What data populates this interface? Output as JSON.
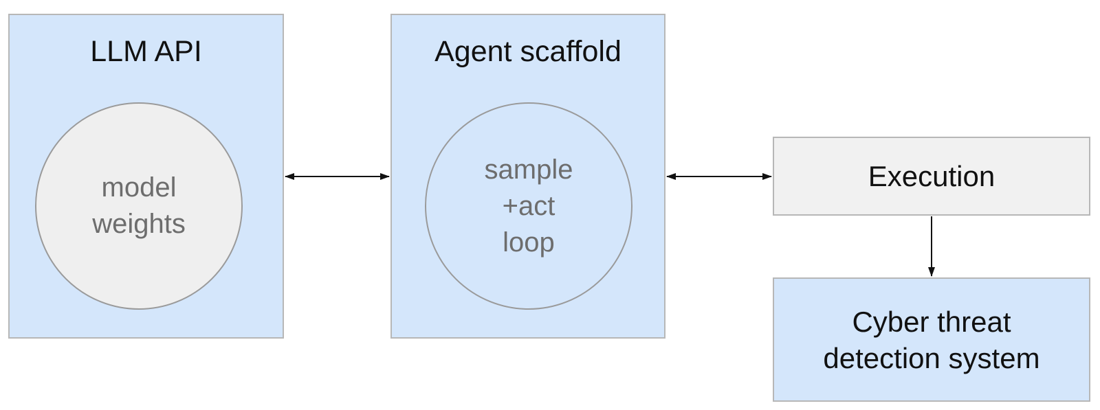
{
  "diagram": {
    "llm_api": {
      "title": "LLM API",
      "circle_label": "model\nweights"
    },
    "agent_scaffold": {
      "title": "Agent scaffold",
      "circle_label": "sample\n+act\nloop"
    },
    "execution": {
      "label": "Execution"
    },
    "threat_system": {
      "label": "Cyber threat\ndetection system"
    }
  },
  "colors": {
    "box_blue": "#d4e6fb",
    "box_gray": "#f1f1f1",
    "border": "#b7b7b7",
    "circle_text": "#6d6d6d",
    "arrow": "#111111"
  }
}
